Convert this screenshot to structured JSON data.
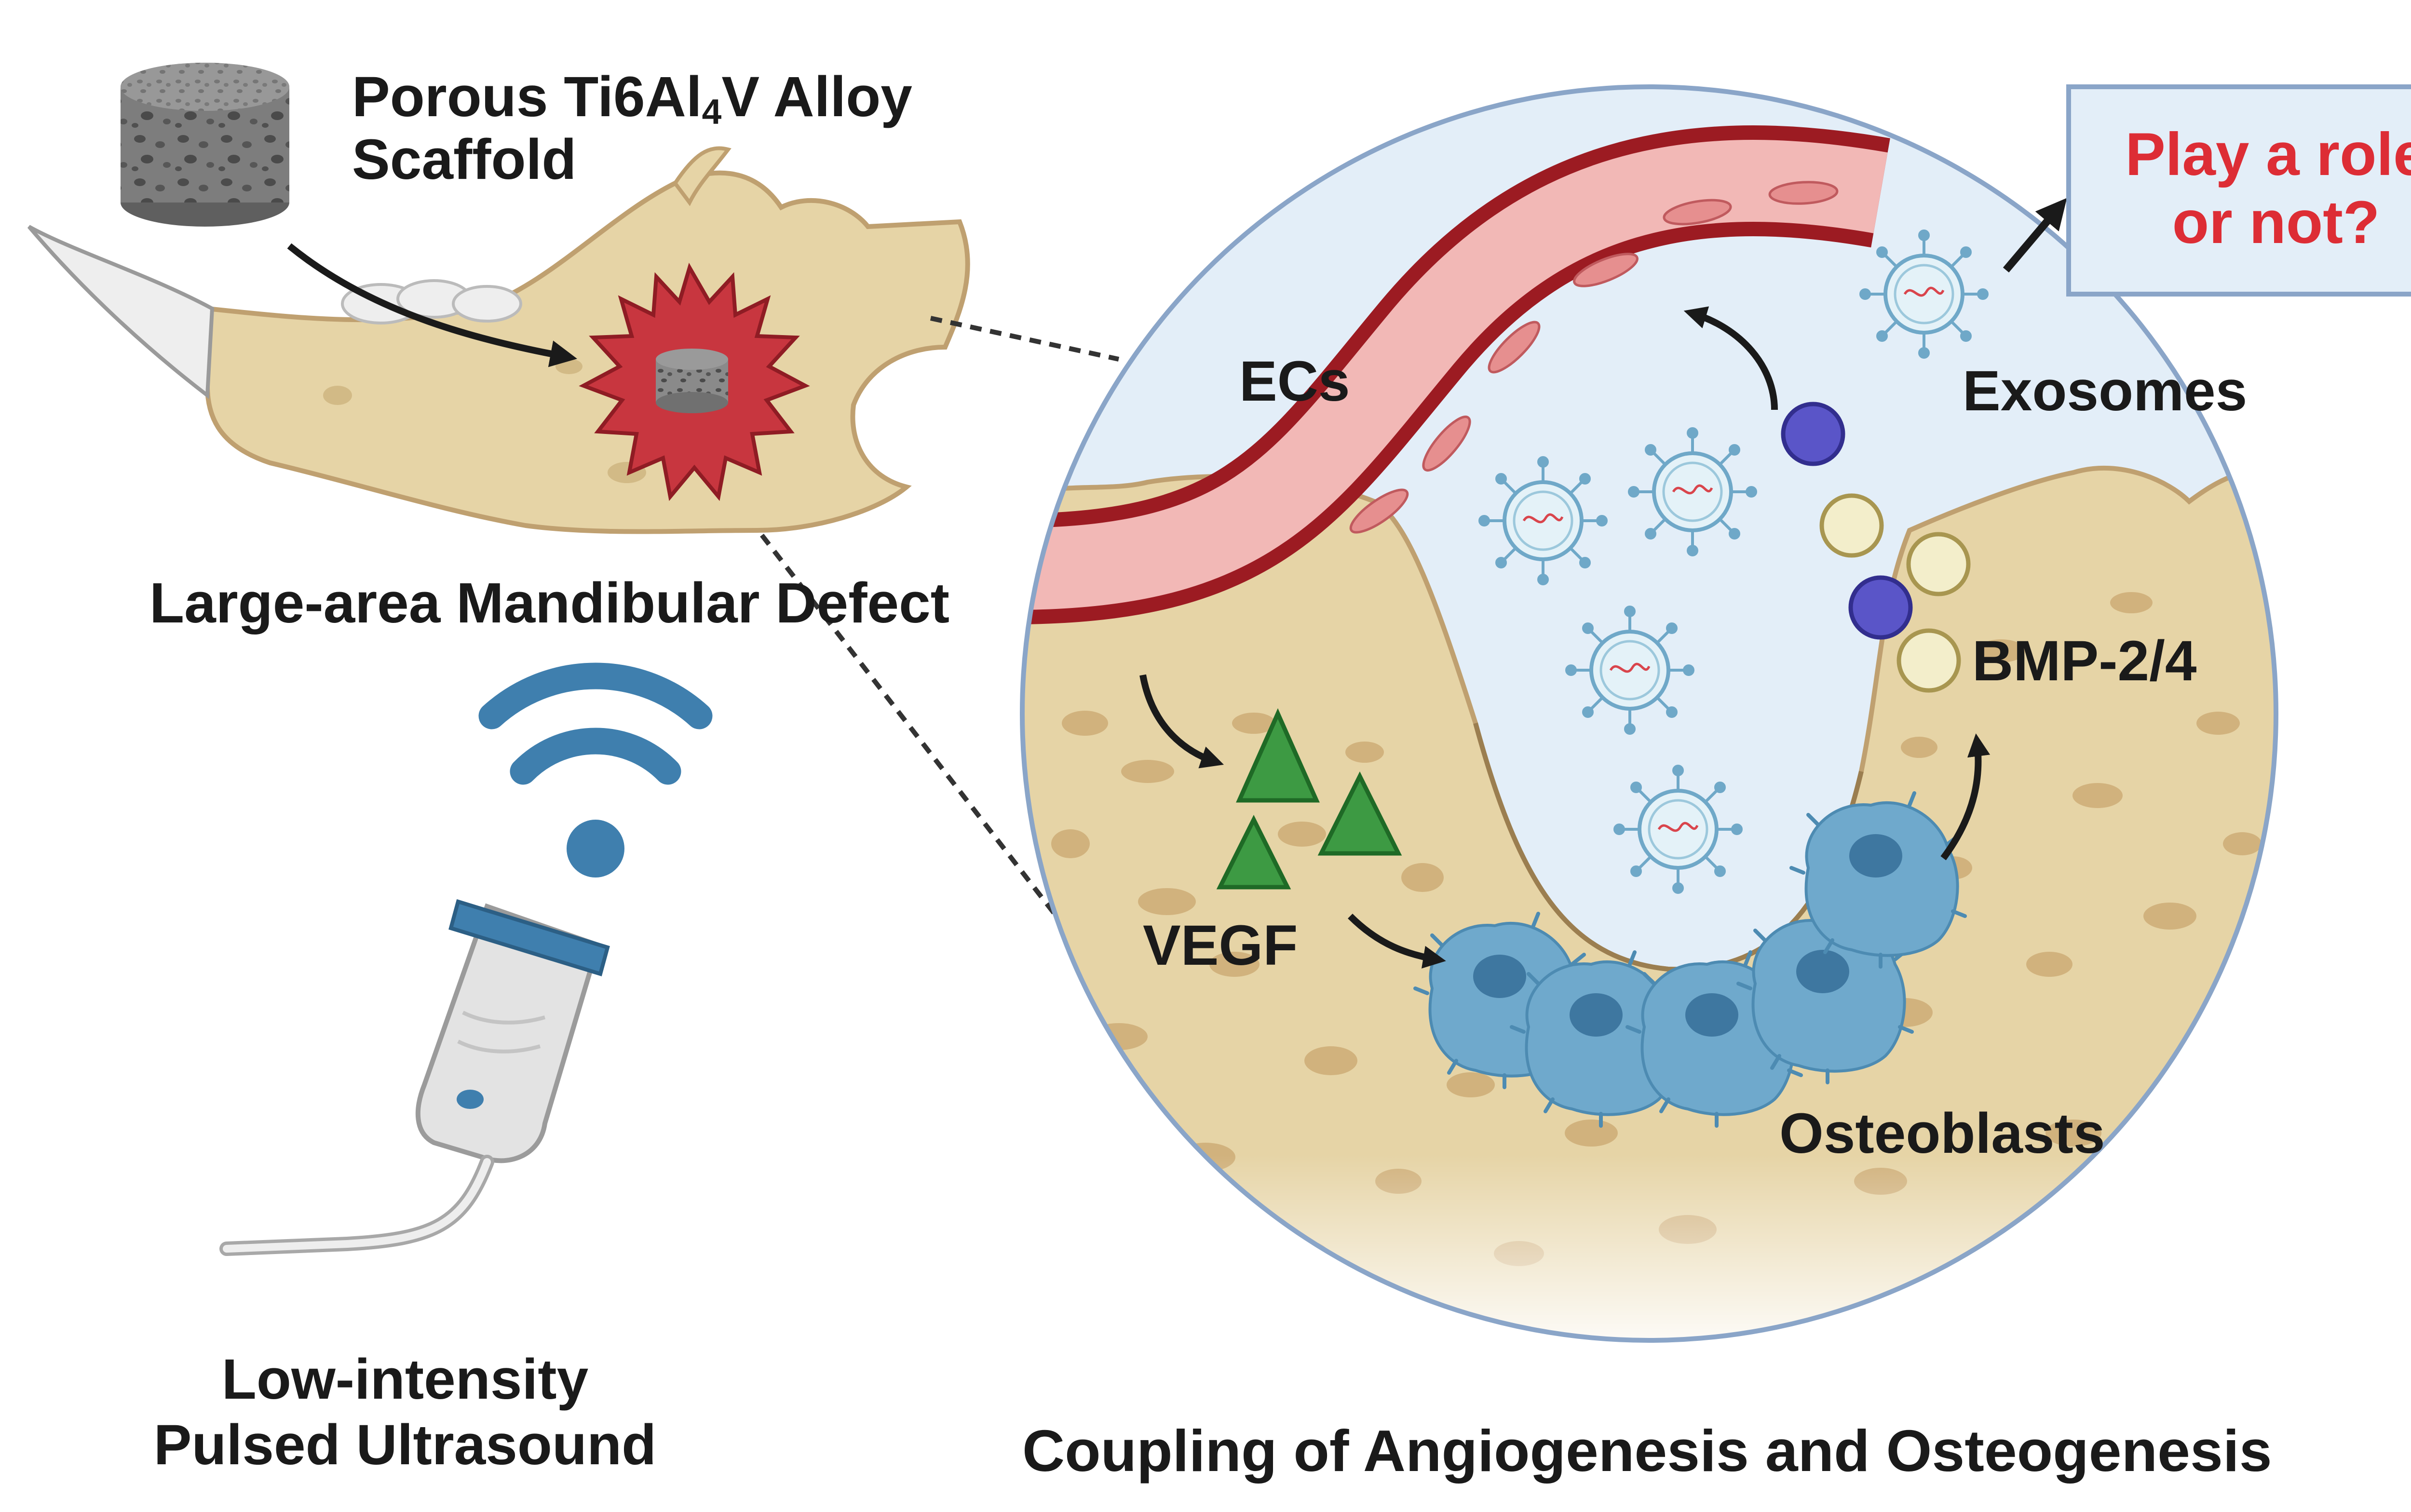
{
  "scaffold": {
    "line1_pre": "Porous Ti6Al",
    "line1_sub": "4",
    "line1_post": "V Alloy",
    "line2": "Scaffold"
  },
  "mandible_label": "Large-area Mandibular Defect",
  "ultrasound_label": {
    "line1": "Low-intensity",
    "line2": "Pulsed Ultrasound"
  },
  "inset": {
    "ecs": "ECs",
    "exosomes": "Exosomes",
    "vegf": "VEGF",
    "bmp": "BMP-2/4",
    "osteoblasts": "Osteoblasts",
    "question": {
      "line1": "Play a role",
      "line2": "or not?"
    }
  },
  "bottom_caption": "Coupling of Angiogenesis and Osteogenesis",
  "colors": {
    "bone": "#e6d4a6",
    "bone_dark": "#bfa070",
    "vessel": "#9c1b22",
    "vessel_inner": "#f2b8b6",
    "cell": "#6fa9cc",
    "vegf": "#3d9a43",
    "bmp_purple": "#5a55c8",
    "bmp_yellow": "#f3eecb",
    "question_red": "#dd2d35",
    "probe_blue": "#3f7fae"
  }
}
